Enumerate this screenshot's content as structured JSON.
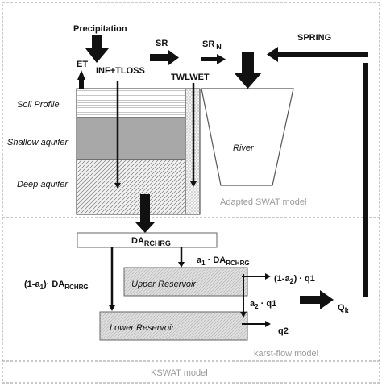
{
  "labels": {
    "precipitation": "Precipitation",
    "sr": "SR",
    "sr_n_main": "SR",
    "sr_n_sub": "N",
    "spring": "SPRING",
    "et": "ET",
    "inf_tloss": "INF+TLOSS",
    "twlwet": "TWLWET",
    "soil_profile": "Soil Profile",
    "shallow_aquifer": "Shallow aquifer",
    "deep_aquifer": "Deep aquifer",
    "river": "River",
    "adapted_swat": "Adapted SWAT model",
    "da_main": "DA",
    "da_sub": "RCHRG",
    "a1_da_pre": "a",
    "a1_da_sub1": "1",
    "a1_da_mid": " · DA",
    "a1_da_sub2": "RCHRG",
    "one_minus_a1_pre": "(1-a",
    "one_minus_a1_sub1": "1",
    "one_minus_a1_mid": ")· DA",
    "one_minus_a1_sub2": "RCHRG",
    "upper_reservoir": "Upper Reservoir",
    "lower_reservoir": "Lower Reservoir",
    "one_minus_a2_pre": "(1-a",
    "one_minus_a2_sub": "2",
    "one_minus_a2_post": ") · q1",
    "a2_q1_pre": "a",
    "a2_q1_sub": "2",
    "a2_q1_post": " · q1",
    "q2": "q2",
    "qk_main": "Q",
    "qk_sub": "k",
    "karst_flow": "karst-flow model",
    "kswat": "KSWAT model"
  }
}
